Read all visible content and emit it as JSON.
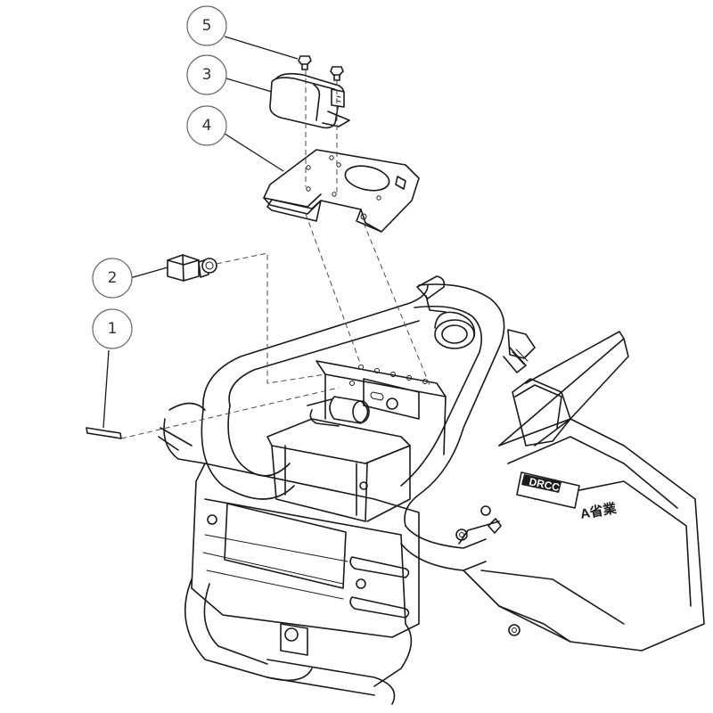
{
  "callouts": [
    {
      "label": "5",
      "part": "bolt"
    },
    {
      "label": "3",
      "part": "work-light"
    },
    {
      "label": "4",
      "part": "light-mounting-bracket"
    },
    {
      "label": "2",
      "part": "switch"
    },
    {
      "label": "1",
      "part": "switch-plate-strip"
    }
  ],
  "decals": {
    "logo_text": "DRCC",
    "brand_text": "A省業"
  }
}
